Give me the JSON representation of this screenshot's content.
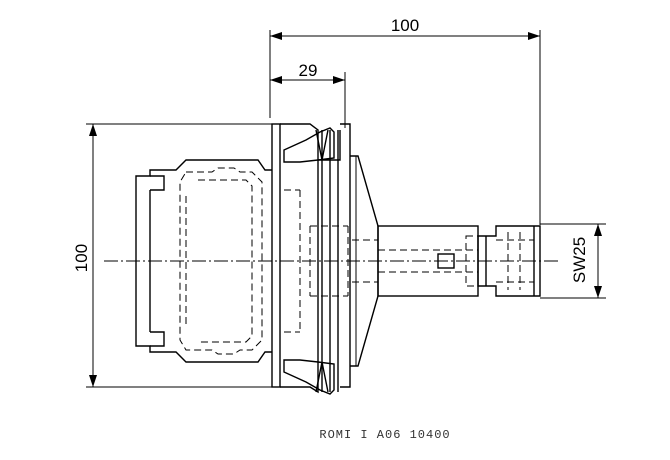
{
  "dimensions": {
    "overall_length": "100",
    "flange_length": "29",
    "body_diameter": "100",
    "wrench_size": "SW25"
  },
  "caption": "ROMI I A06 10400"
}
